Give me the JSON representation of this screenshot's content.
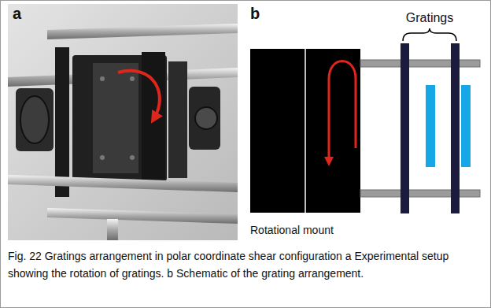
{
  "diagram": {
    "caption": "Fig. 22 Gratings arrangement in polar coordinate shear configuration a Experimental setup showing the rotation of gratings. b Schematic of the grating arrangement.",
    "nodes": [
      {
        "text": [
          "Rotational mount"
        ]
      }
    ],
    "labels": [
      "a",
      "b",
      "Gratings"
    ]
  }
}
